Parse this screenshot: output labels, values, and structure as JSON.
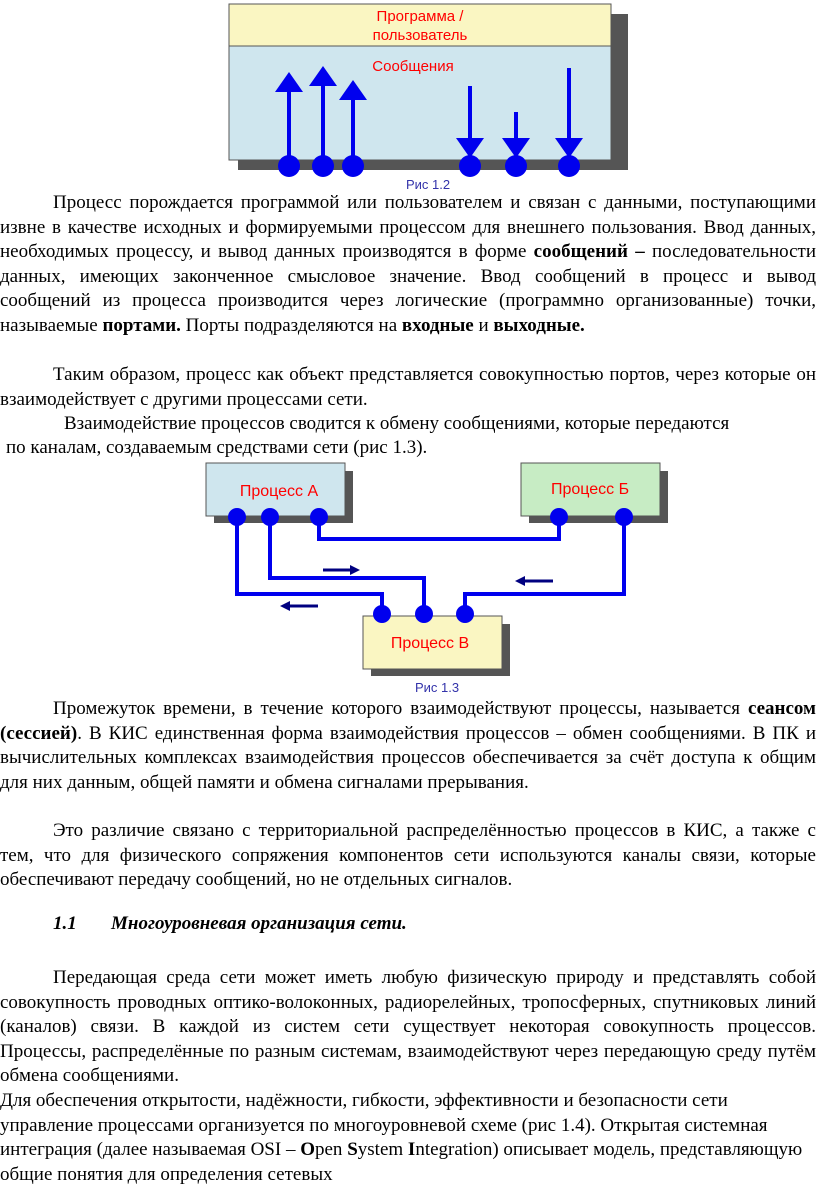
{
  "figure_1_2": {
    "header_label_line1": "Программа /",
    "header_label_line2": "пользователь",
    "messages_label": "Сообщения",
    "caption": "Рис 1.2",
    "colors": {
      "header_fill": "#faf6c2",
      "body_fill": "#cfe6ee",
      "arrow": "#0000ee",
      "label": "#ff0000",
      "caption": "#3333aa"
    }
  },
  "paragraph_1": {
    "text_a": "Процесс порождается программой или пользователем и связан с данными, поступающими извне в качестве исходных и формируемыми процессом для внешнего пользования. Ввод данных, необходимых процессу, и вывод данных производятся в форме ",
    "bold_a": "сообщений –",
    "text_b": " последовательности данных, имеющих законченное смысловое значение. Ввод сообщений в процесс и вывод сообщений из процесса производится через логические (программно организованные) точки, называемые ",
    "bold_b": "портами.",
    "text_c": " Порты подразделяются на ",
    "bold_c": "входные",
    "text_d": " и ",
    "bold_d": "выходные."
  },
  "paragraph_2": "Таким образом, процесс как объект представляется совокупностью портов, через которые он взаимодействует с другими процессами сети.",
  "paragraph_3_line1": "Взаимодействие процессов сводится к обмену сообщениями, которые передаются",
  "paragraph_3_line2": "по каналам, создаваемым средствами сети (рис 1.3).",
  "figure_1_3": {
    "process_a": "Процесс А",
    "process_b": "Процесс Б",
    "process_v": "Процесс В",
    "caption": "Рис 1.3",
    "colors": {
      "a_fill": "#cfe6ee",
      "b_fill": "#c7ecc4",
      "v_fill": "#faf6c2",
      "line": "#0000ee",
      "label": "#ff0000",
      "caption": "#3333aa"
    }
  },
  "paragraph_4": {
    "text_a": "Промежуток времени, в течение которого взаимодействуют процессы, называется ",
    "bold_a": "сеансом (сессией)",
    "text_b": ". В КИС единственная форма взаимодействия процессов – обмен сообщениями. В ПК и вычислительных комплексах взаимодействия процессов обеспечивается за счёт доступа к общим для них данным, общей памяти и обмена сигналами прерывания."
  },
  "paragraph_5": "Это различие связано с территориальной распределённостью процессов в КИС, а также с тем, что для физического сопряжения компонентов сети используются каналы связи, которые обеспечивают передачу сообщений, но не отдельных сигналов.",
  "section_heading": {
    "number": "1.1",
    "title": "Многоуровневая организация сети."
  },
  "paragraph_6": "Передающая среда сети может иметь любую физическую природу и представлять собой совокупность проводных оптико-волоконных, радиорелейных, тропосферных, спутниковых линий (каналов) связи. В каждой из систем сети существует некоторая совокупность процессов. Процессы, распределённые по разным системам, взаимодействуют через передающую среду путём обмена сообщениями.",
  "paragraph_7": {
    "text_a": "Для обеспечения открытости, надёжности, гибкости, эффективности и безопасности сети управление процессами организуется по многоуровневой схеме (рис 1.4). Открытая системная интеграция (далее называемая OSI – ",
    "o": "O",
    "pen": "pen ",
    "s": "S",
    "ystem": "ystem ",
    "i": "I",
    "ntegration": "ntegration",
    "text_b": ") описывает модель, представляющую общие понятия для определения сетевых"
  }
}
